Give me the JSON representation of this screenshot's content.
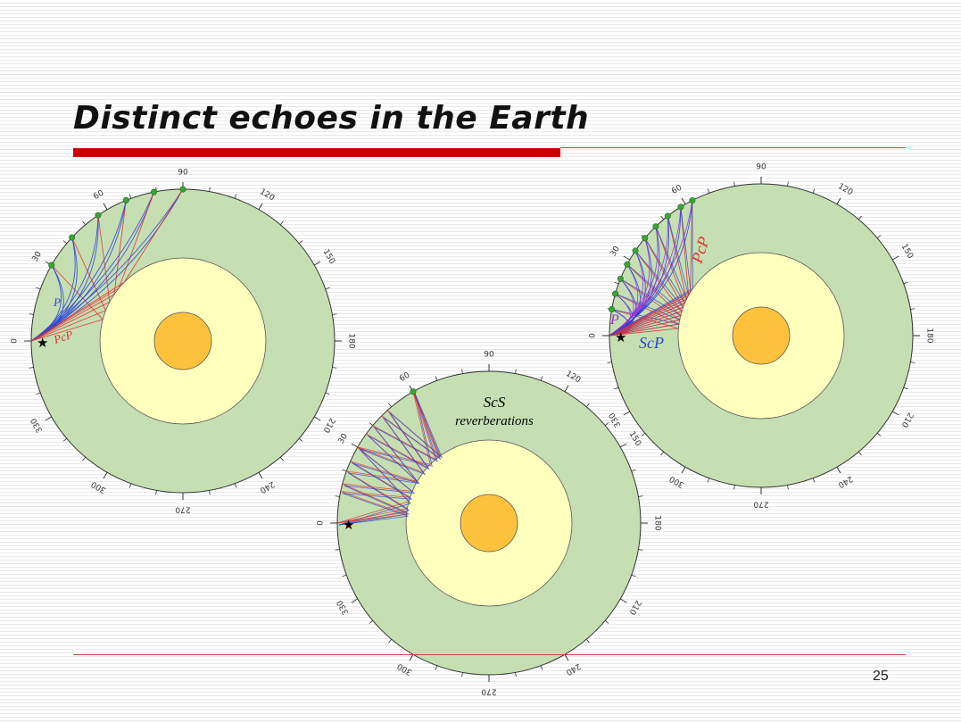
{
  "slide": {
    "title": "Distinct echoes in the Earth",
    "page_number": "25"
  },
  "colors": {
    "mantle": "#c5dfb3",
    "outer_core": "#ffffbe",
    "inner_core": "#ffc23d",
    "p_ray": "#2a3fd8",
    "s_ray": "#e03030",
    "purple_ray": "#9b30d8",
    "station": "#3aa534",
    "title_bar": "#cc0000"
  },
  "diagrams": [
    {
      "id": "p-pcp",
      "tick_labels": [
        "90",
        "120",
        "150",
        "180",
        "210",
        "240",
        "270",
        "300",
        "330",
        "0",
        "30",
        "60"
      ],
      "ray_labels": [
        {
          "text": "P",
          "color": "#2a3fd8"
        },
        {
          "text": "PcP",
          "color": "#e03030"
        }
      ]
    },
    {
      "id": "scs",
      "tick_labels": [
        "90",
        "120",
        "150",
        "180",
        "210",
        "240",
        "270",
        "300",
        "330",
        "0",
        "30",
        "60"
      ],
      "caption": [
        "ScS",
        "reverberations"
      ]
    },
    {
      "id": "p-pcp-scp",
      "tick_labels": [
        "90",
        "120",
        "150",
        "180",
        "210",
        "240",
        "270",
        "300",
        "330",
        "0",
        "30",
        "60"
      ],
      "ray_labels": [
        {
          "text": "P",
          "color": "#9b30d8"
        },
        {
          "text": "PcP",
          "color": "#e03030"
        },
        {
          "text": "ScP",
          "color": "#2a3fd8"
        }
      ]
    }
  ]
}
